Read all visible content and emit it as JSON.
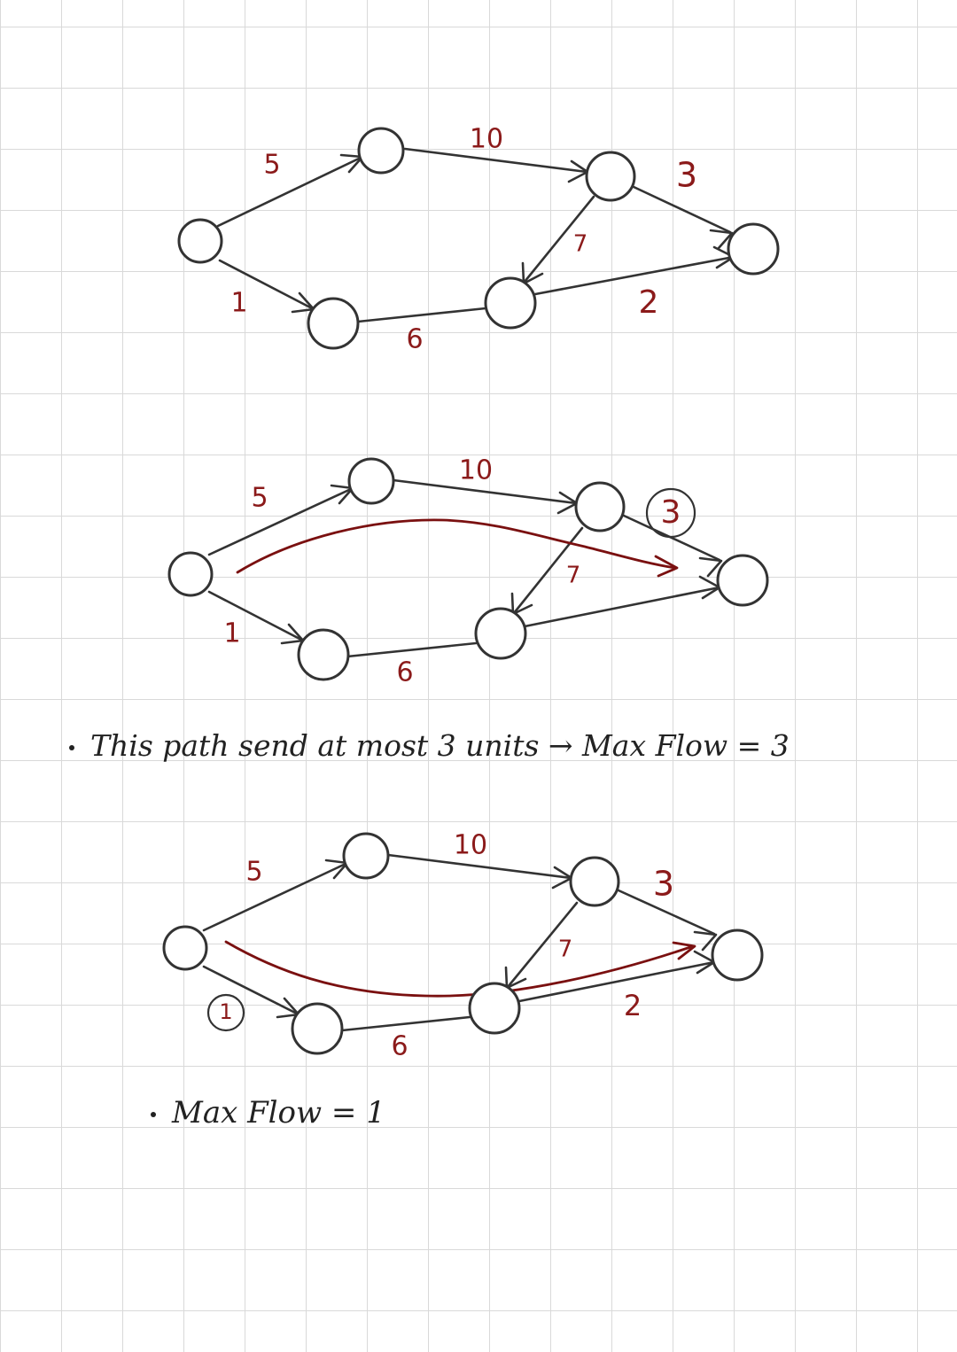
{
  "diagrams": [
    {
      "capacities": [
        "5",
        "10",
        "3",
        "1",
        "6",
        "2",
        "7"
      ],
      "highlighted_capacity": ""
    },
    {
      "capacities": [
        "5",
        "10",
        "3",
        "1",
        "6",
        "7"
      ],
      "highlighted_capacity": "3",
      "path_color": "#7a1010"
    },
    {
      "capacities": [
        "5",
        "10",
        "3",
        "1",
        "6",
        "2",
        "7"
      ],
      "highlighted_capacity": "1",
      "path_color": "#7a1010"
    }
  ],
  "notes": {
    "note1": "This path send at most 3 units → Max Flow = 3",
    "note2": "Max Flow = 1"
  },
  "colors": {
    "capacity_text": "#8b1a1a",
    "ink": "#333333",
    "grid": "#d9d9d9"
  }
}
